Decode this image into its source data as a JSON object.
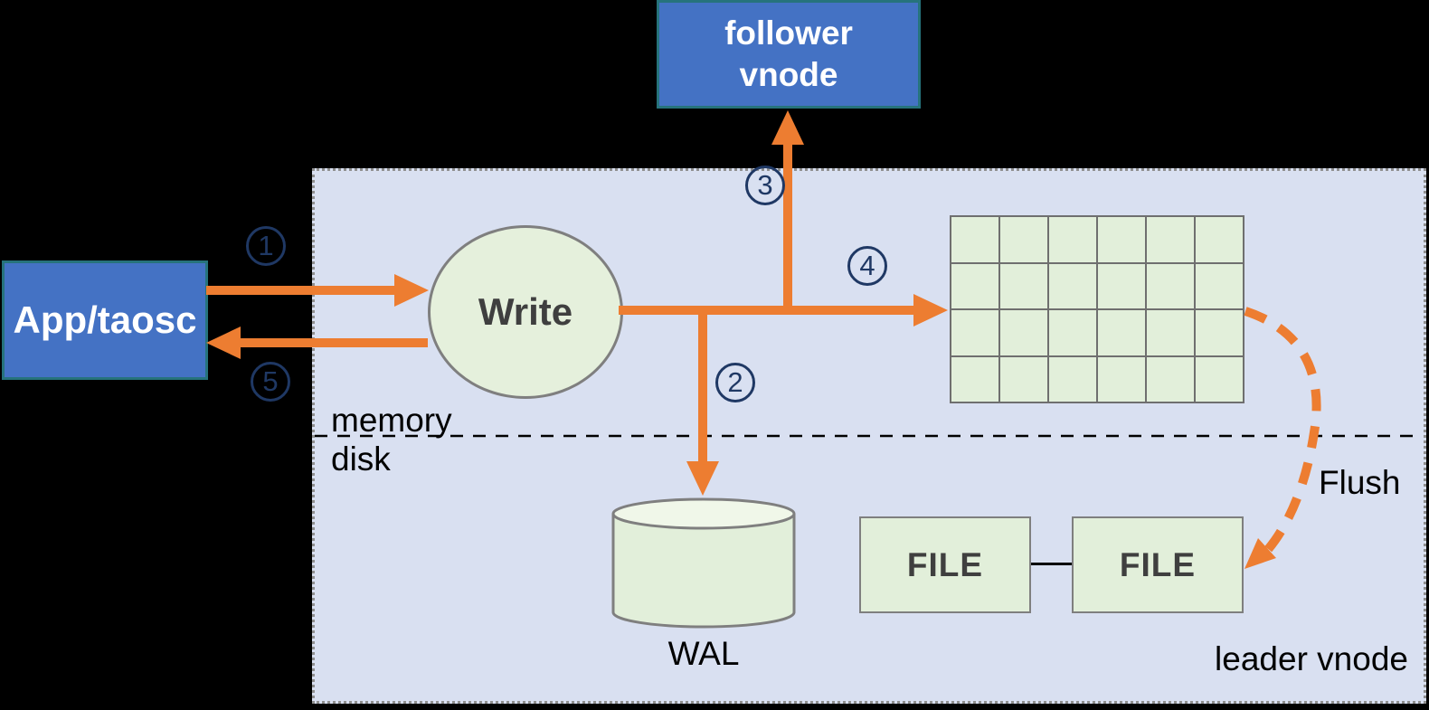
{
  "colors": {
    "background": "#000000",
    "panel_fill": "#D9E0F1",
    "panel_border_dotted": "#8F8F8F",
    "box_blue": "#4472C4",
    "box_border_teal": "#26737C",
    "node_green": "#E5F0DC",
    "node_green_light": "#F0F7E9",
    "node_border_gray": "#7F7F7F",
    "grid_line_gray": "#6F6F6F",
    "arrow_orange": "#ED7D31",
    "step_navy": "#1F3864",
    "text_dark": "#3F3F3F",
    "text_black": "#000000"
  },
  "nodes": {
    "follower_vnode": {
      "line1": "follower",
      "line2": "vnode"
    },
    "app_taosc": {
      "label": "App/taosc"
    },
    "write": {
      "label": "Write"
    },
    "wal": {
      "label": "WAL"
    },
    "file_left": {
      "label": "FILE"
    },
    "file_right": {
      "label": "FILE"
    }
  },
  "labels": {
    "memory": "memory",
    "disk": "disk",
    "flush": "Flush",
    "leader_vnode": "leader vnode"
  },
  "steps": [
    {
      "id": "1"
    },
    {
      "id": "2"
    },
    {
      "id": "3"
    },
    {
      "id": "4"
    },
    {
      "id": "5"
    }
  ],
  "grid": {
    "rows": 4,
    "cols": 6
  }
}
